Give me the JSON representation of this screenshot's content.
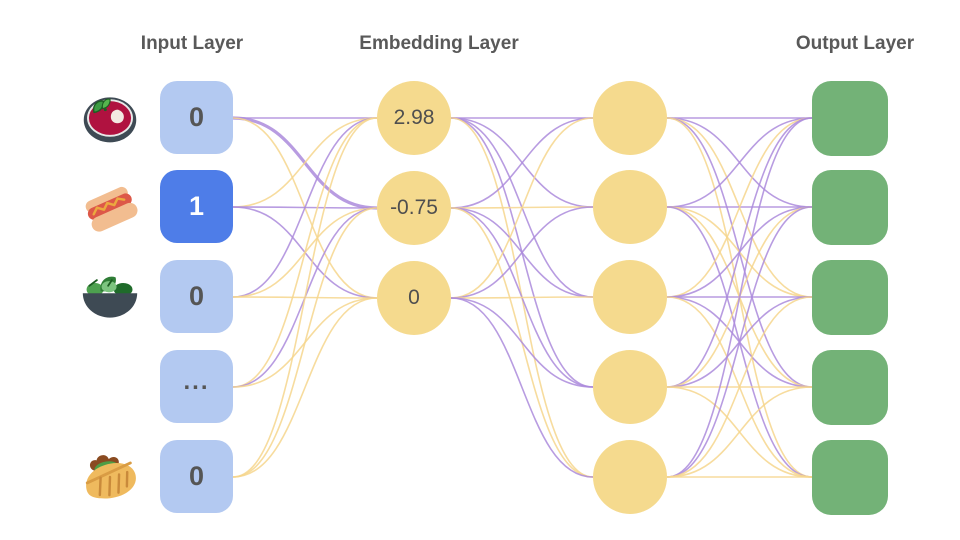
{
  "titles": {
    "input": "Input Layer",
    "embedding": "Embedding Layer",
    "output": "Output Layer"
  },
  "colors": {
    "input_node": "#b3c9f1",
    "input_node_active": "#4e7de8",
    "node_text": "#555555",
    "active_text": "#ffffff",
    "embedding_node": "#f5da8e",
    "hidden_node": "#f5da8e",
    "output_node": "#73b277",
    "edge_purple": "#ab8bdc",
    "edge_gold": "#f6d68d",
    "title_text": "#595959"
  },
  "input_layer": {
    "items": [
      {
        "icon": "soup-bowl-icon",
        "value": "0",
        "active": false
      },
      {
        "icon": "hot-dog-icon",
        "value": "1",
        "active": true
      },
      {
        "icon": "salad-icon",
        "value": "0",
        "active": false
      },
      {
        "icon": null,
        "value": "...",
        "active": false
      },
      {
        "icon": "stuffed-flatbread-icon",
        "value": "0",
        "active": false
      }
    ]
  },
  "embedding_layer": {
    "values": [
      "2.98",
      "-0.75",
      "0"
    ]
  },
  "hidden_layer": {
    "node_count": 5
  },
  "output_layer": {
    "node_count": 5
  },
  "edges": {
    "input_to_embedding": [
      [
        "purple",
        "purple-thick",
        "gold"
      ],
      [
        "gold",
        "purple",
        "purple"
      ],
      [
        "purple",
        "gold",
        "gold"
      ],
      [
        "gold",
        "purple",
        "gold"
      ],
      [
        "gold",
        "gold",
        "gold"
      ]
    ],
    "embedding_to_hidden": [
      [
        "purple",
        "purple",
        "purple",
        "purple",
        "gold"
      ],
      [
        "purple",
        "gold",
        "purple",
        "purple",
        "gold"
      ],
      [
        "gold",
        "purple",
        "gold",
        "purple",
        "purple"
      ]
    ],
    "hidden_to_output": [
      [
        "purple",
        "purple",
        "gold",
        "purple",
        "gold"
      ],
      [
        "purple",
        "purple",
        "gold",
        "gold",
        "purple"
      ],
      [
        "gold",
        "purple",
        "purple",
        "purple",
        "gold"
      ],
      [
        "purple",
        "gold",
        "purple",
        "gold",
        "gold"
      ],
      [
        "purple",
        "purple",
        "gold",
        "gold",
        "gold"
      ]
    ]
  }
}
